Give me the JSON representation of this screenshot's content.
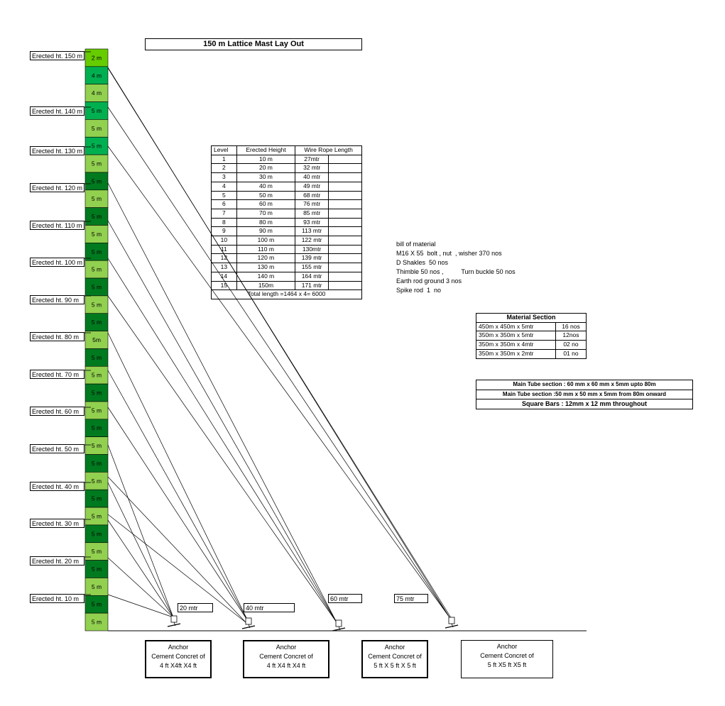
{
  "title": "150  m Lattice Mast Lay Out",
  "mast_segments": [
    {
      "label": "2 m",
      "color": "#66cc00"
    },
    {
      "label": "4 m",
      "color": "#00b050"
    },
    {
      "label": "4 m",
      "color": "#92d050"
    },
    {
      "label": "5 m",
      "color": "#00b050"
    },
    {
      "label": "5 m",
      "color": "#92d050"
    },
    {
      "label": "5 m",
      "color": "#00b050"
    },
    {
      "label": "5 m",
      "color": "#92d050"
    },
    {
      "label": "5 m",
      "color": "#007a1f"
    },
    {
      "label": "5 m",
      "color": "#92d050"
    },
    {
      "label": "5 m",
      "color": "#007a1f"
    },
    {
      "label": "5 m",
      "color": "#92d050"
    },
    {
      "label": "5 m",
      "color": "#007a1f"
    },
    {
      "label": "5 m",
      "color": "#92d050"
    },
    {
      "label": "5 m",
      "color": "#007a1f"
    },
    {
      "label": "5 m",
      "color": "#92d050"
    },
    {
      "label": "5 m",
      "color": "#007a1f"
    },
    {
      "label": "5m",
      "color": "#92d050"
    },
    {
      "label": "5 m",
      "color": "#007a1f"
    },
    {
      "label": "5 m",
      "color": "#92d050"
    },
    {
      "label": "5 m",
      "color": "#007a1f"
    },
    {
      "label": "5 m",
      "color": "#92d050"
    },
    {
      "label": "5 m",
      "color": "#007a1f"
    },
    {
      "label": "5 m",
      "color": "#92d050"
    },
    {
      "label": "5 m",
      "color": "#007a1f"
    },
    {
      "label": "5 m",
      "color": "#92d050"
    },
    {
      "label": "5 m",
      "color": "#007a1f"
    },
    {
      "label": "5 m",
      "color": "#92d050"
    },
    {
      "label": "5 m",
      "color": "#007a1f"
    },
    {
      "label": "5 m",
      "color": "#92d050"
    },
    {
      "label": "5 m",
      "color": "#007a1f"
    },
    {
      "label": "5 m",
      "color": "#92d050"
    },
    {
      "label": "5 m",
      "color": "#007a1f"
    },
    {
      "label": "5 m",
      "color": "#92d050"
    }
  ],
  "height_labels": [
    "Erected ht. 150 m",
    "Erected ht. 140  m",
    "Erected ht. 130  m",
    "Erected ht. 120  m",
    "Erected ht. 110  m",
    "Erected ht. 100  m",
    "Erected ht. 90  m",
    "Erected ht. 80  m",
    "Erected ht. 70  m",
    "Erected ht. 60  m",
    "Erected ht. 50  m",
    "Erected ht. 40  m",
    "Erected ht. 30  m",
    "Erected ht. 20  m",
    "Erected ht. 10  m"
  ],
  "wire_table": {
    "headers": [
      "Level",
      "Erected Height",
      "Wire Rope Length"
    ],
    "rows": [
      [
        "1",
        "10 m",
        "27mtr"
      ],
      [
        "2",
        "20 m",
        "32 mtr"
      ],
      [
        "3",
        "30 m",
        "40 mtr"
      ],
      [
        "4",
        "40 m",
        "49 mtr"
      ],
      [
        "5",
        "50 m",
        "68 mtr"
      ],
      [
        "6",
        "60 m",
        "76 mtr"
      ],
      [
        "7",
        "70 m",
        "85 mtr"
      ],
      [
        "8",
        "80 m",
        "93 mtr"
      ],
      [
        "9",
        "90 m",
        "113 mtr"
      ],
      [
        "10",
        "100 m",
        "122 mtr"
      ],
      [
        "11",
        "110 m",
        "130mtr"
      ],
      [
        "12",
        "120 m",
        "139 mtr"
      ],
      [
        "13",
        "130 m",
        "155 mtr"
      ],
      [
        "14",
        "140 m",
        "164 mtr"
      ],
      [
        "15",
        "150m",
        "171 mtr"
      ]
    ],
    "total": "Total length =1464 x 4= 6000"
  },
  "bill_of_material": [
    "bill of material",
    "M16 X 55  bolt , nut  , wisher 370 nos",
    "D Shakles  50 nos",
    "Thimble 50 nos ,          Turn buckle 50 nos",
    "Earth rod ground 3 nos",
    "Spike rod  1  no"
  ],
  "material_section": {
    "title": "Material Section",
    "rows": [
      [
        "450m x 450m x 5mtr",
        "16 nos"
      ],
      [
        "350m x 350m x 5mtr",
        "12nos"
      ],
      [
        "350m x 350m x 4mtr",
        "02 no"
      ],
      [
        "350m x 350m x 2mtr",
        "01 no"
      ]
    ]
  },
  "main_tube": [
    "Main Tube section : 60 mm x 60 mm x 5mm upto 80m",
    "Main Tube section :50 mm x 50 mm x 5mm from 80m onward",
    "Square  Bars : 12mm x 12 mm  throughout"
  ],
  "distance_labels": [
    "20 mtr",
    "40 mtr",
    "60 mtr",
    "75 mtr"
  ],
  "anchors": [
    {
      "l1": "Anchor",
      "l2": "Cement Concret of",
      "l3": "4 ft X4ft X4 ft"
    },
    {
      "l1": "Anchor",
      "l2": "Cement Concret of",
      "l3": "4 ft X4 ft X4 ft"
    },
    {
      "l1": "Anchor",
      "l2": "Cement Concret of",
      "l3": "5 ft X 5 ft X 5 ft"
    },
    {
      "l1": "Anchor",
      "l2": "Cement Concret of",
      "l3": "5 ft X5 ft X5 ft"
    }
  ]
}
